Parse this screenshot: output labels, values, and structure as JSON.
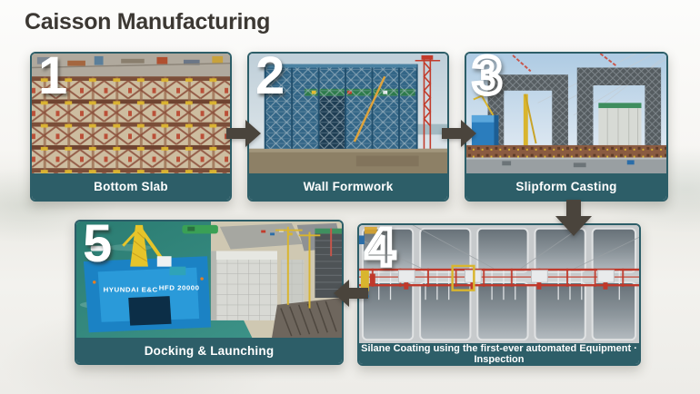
{
  "title": "Caisson Manufacturing",
  "colors": {
    "accent_teal": "#2d5e68",
    "arrow": "#4a443c",
    "title_text": "#3c3833",
    "caption_text": "#ffffff"
  },
  "steps": [
    {
      "number": "1",
      "label": "Bottom Slab",
      "number_style": "solid"
    },
    {
      "number": "2",
      "label": "Wall Formwork",
      "number_style": "solid"
    },
    {
      "number": "3",
      "label": "Slipform Casting",
      "number_style": "outline"
    },
    {
      "number": "4",
      "label": "Silane Coating using the first-ever automated Equipment · Inspection",
      "number_style": "outline"
    },
    {
      "number": "5",
      "label": "Docking & Launching",
      "number_style": "solid"
    }
  ],
  "photo5_vessel": {
    "brand": "HYUNDAI E&C",
    "model": "HFD 20000"
  }
}
